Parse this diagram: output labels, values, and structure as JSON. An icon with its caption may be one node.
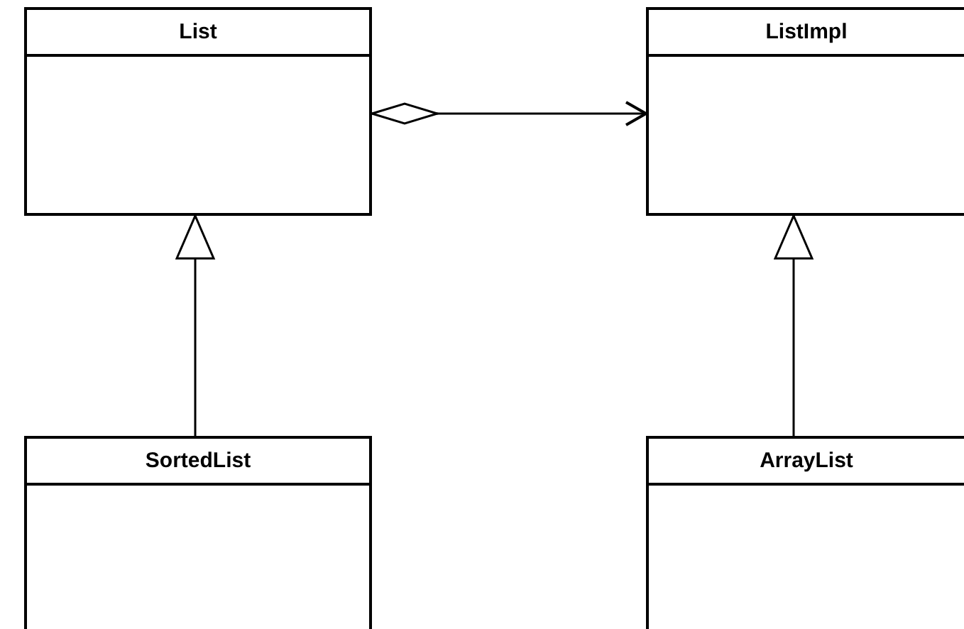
{
  "diagram": {
    "nodes": [
      {
        "text": [
          "List"
        ]
      },
      {
        "text": [
          "ListImpl"
        ]
      },
      {
        "text": [
          "SortedList"
        ]
      },
      {
        "text": [
          "ArrayList"
        ]
      }
    ],
    "edges": [
      {
        "from": 0,
        "to": 1,
        "arrow": "to"
      },
      {
        "from": 2,
        "to": 0,
        "arrow": "to"
      },
      {
        "from": 3,
        "to": 1,
        "arrow": "to"
      }
    ]
  }
}
